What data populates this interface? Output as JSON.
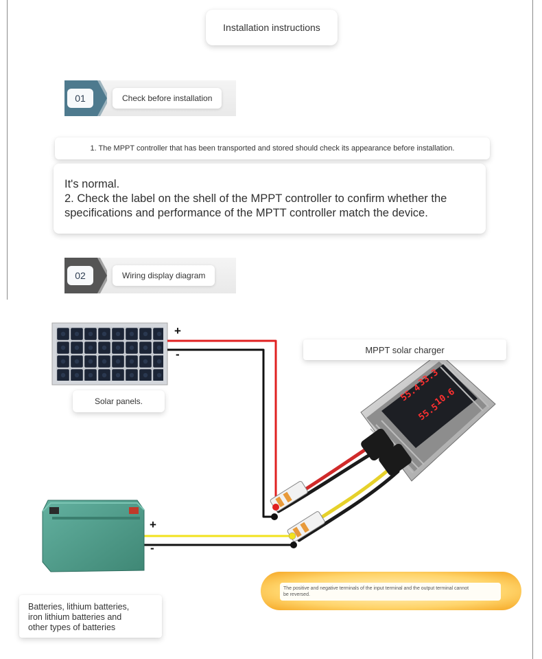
{
  "header": {
    "title": "Installation instructions"
  },
  "steps": [
    {
      "number": "01",
      "label": "Check before installation"
    },
    {
      "number": "02",
      "label": "Wiring display diagram"
    }
  ],
  "check": {
    "note": "1. The MPPT controller that has been transported and stored should check its appearance before installation.",
    "lines": [
      "It's normal.",
      "2. Check the label on the shell of the MPPT controller to confirm whether the",
      "specifications and performance of the MPTT controller match the device."
    ]
  },
  "diagram": {
    "solar_panel_caption": "Solar panels.",
    "controller_caption": "MPPT solar charger",
    "battery_caption_lines": [
      "Batteries, lithium batteries,",
      "iron lithium batteries and",
      "other types of batteries"
    ],
    "plus_sign": "+",
    "minus_sign": "-",
    "warning_lines": [
      "The positive and negative terminals of the input terminal and the output terminal cannot",
      "be reversed."
    ],
    "display_readouts": [
      "33.3",
      "10.6",
      "55.4",
      "55.5"
    ],
    "colors": {
      "positive_wire": "#e02020",
      "negative_wire": "#111111",
      "output_positive_wire": "#f2e21c",
      "battery_body": "#4f9c8a",
      "display_digits": "#ff3030",
      "warning_gradient_edge": "#f5a623"
    }
  }
}
